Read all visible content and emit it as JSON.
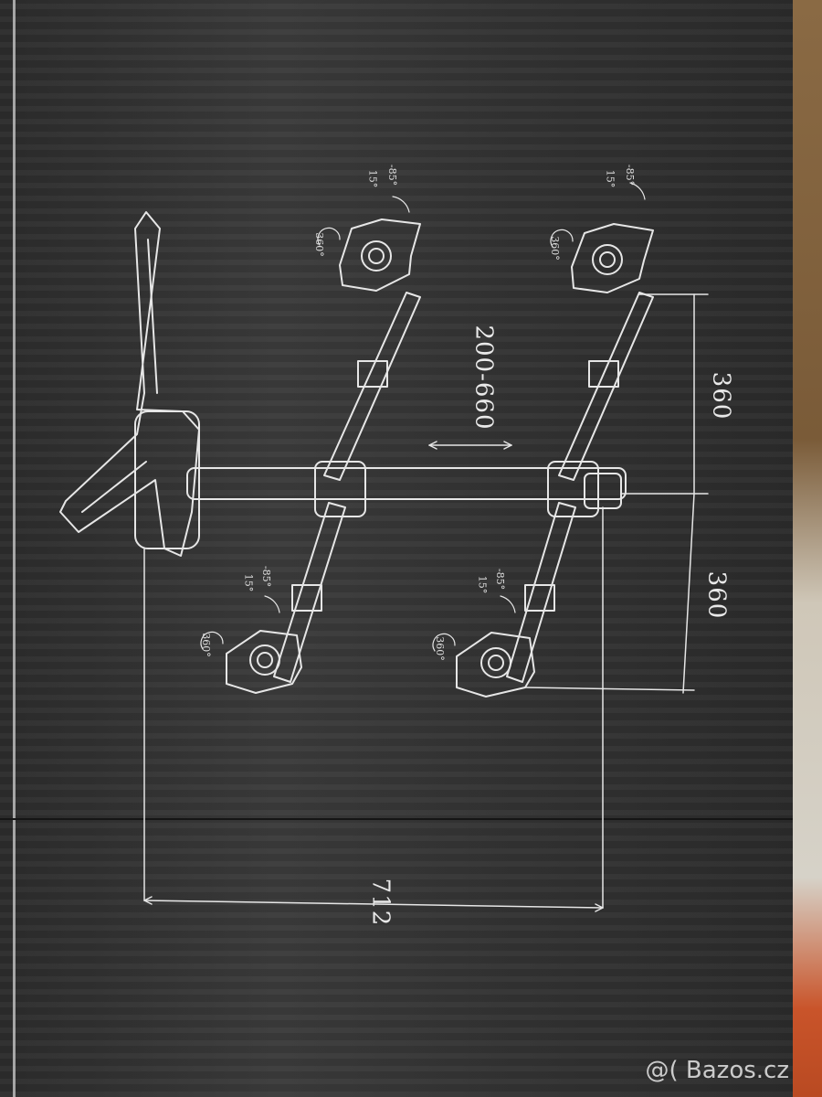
{
  "dimensions": {
    "range": "200-660",
    "arm_upper": "360",
    "arm_lower": "360",
    "total": "712"
  },
  "angles": {
    "tilt_down": "-85°",
    "tilt_up": "15°",
    "rotate": "360°"
  },
  "watermark": "@( Bazos.cz",
  "colors": {
    "box": "#2f2f2f",
    "line": "#e8e8e8",
    "cardboard": "#8a6a44"
  }
}
